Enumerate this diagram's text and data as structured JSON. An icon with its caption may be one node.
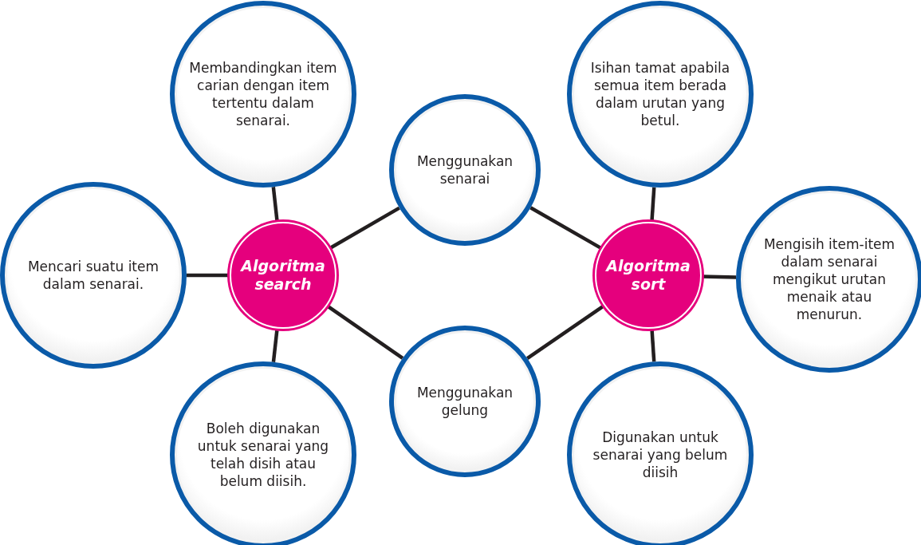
{
  "diagram": {
    "nodes": [
      {
        "text": [
          "Membandingkan item carian dengan item tertentu dalam senarai."
        ]
      },
      {
        "text": [
          "Isihan tamat apabila semua item berada dalam urutan yang betul."
        ]
      },
      {
        "text": [
          "Menggunakan senarai"
        ]
      },
      {
        "text": [
          "Mencari suatu item dalam senarai."
        ]
      },
      {
        "text": [
          "Algoritma search"
        ]
      },
      {
        "text": [
          "Algoritma sort"
        ]
      },
      {
        "text": [
          "Mengisih item-item dalam senarai mengikut urutan menaik atau menurun."
        ]
      },
      {
        "text": [
          "Menggunakan gelung"
        ]
      },
      {
        "text": [
          "Boleh digunakan untuk senarai yang telah disih atau belum diisih."
        ]
      },
      {
        "text": [
          "Digunakan untuk senarai yang belum diisih"
        ]
      }
    ],
    "edges": [
      {
        "from": 4,
        "to": 0,
        "arrow": "none"
      },
      {
        "from": 4,
        "to": 3,
        "arrow": "none"
      },
      {
        "from": 4,
        "to": 8,
        "arrow": "none"
      },
      {
        "from": 4,
        "to": 2,
        "arrow": "none"
      },
      {
        "from": 4,
        "to": 7,
        "arrow": "none"
      },
      {
        "from": 5,
        "to": 1,
        "arrow": "none"
      },
      {
        "from": 5,
        "to": 6,
        "arrow": "none"
      },
      {
        "from": 5,
        "to": 9,
        "arrow": "none"
      },
      {
        "from": 5,
        "to": 2,
        "arrow": "none"
      },
      {
        "from": 5,
        "to": 7,
        "arrow": "none"
      }
    ]
  }
}
